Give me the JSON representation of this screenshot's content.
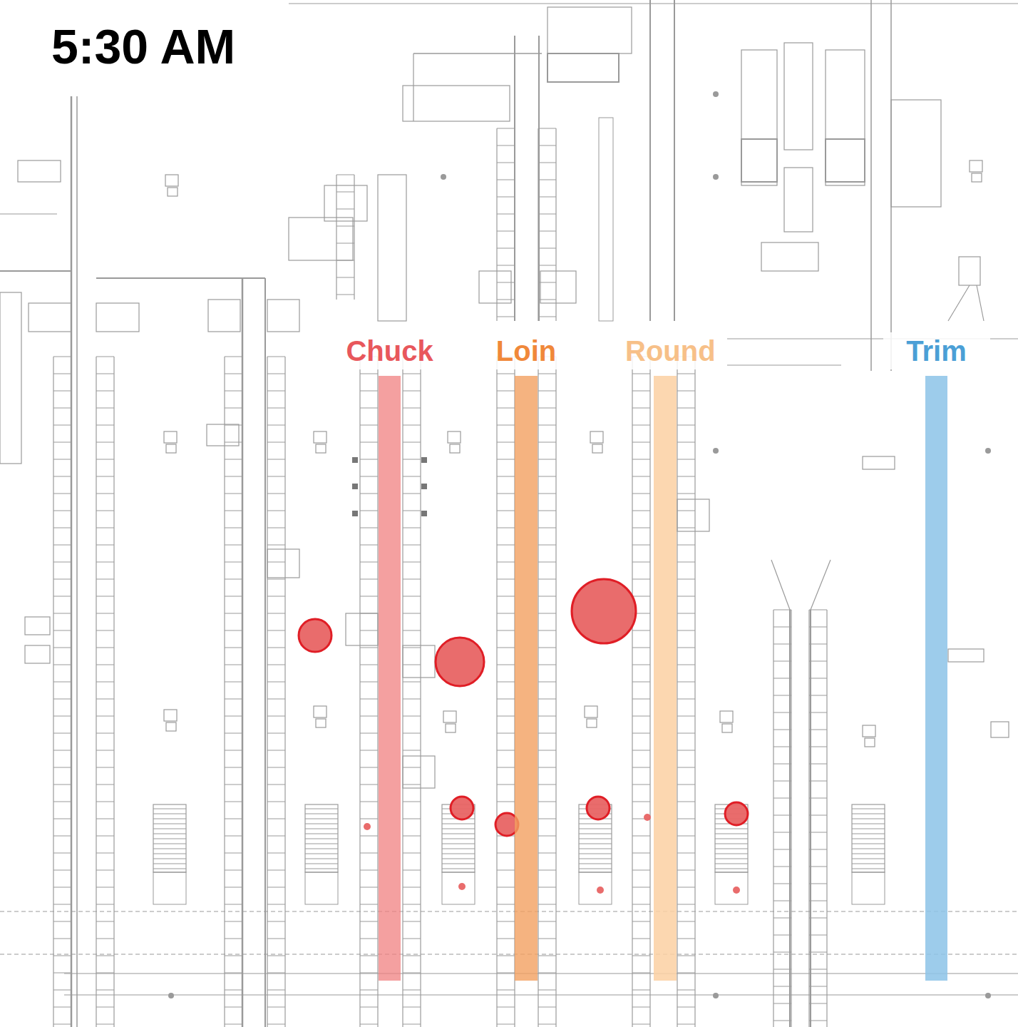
{
  "diagram": {
    "title": "5:30 AM",
    "nodes": [
      {
        "text": [
          "Chuck"
        ]
      },
      {
        "text": [
          "Loin"
        ]
      },
      {
        "text": [
          "Round"
        ]
      },
      {
        "text": [
          "Trim"
        ]
      }
    ]
  }
}
